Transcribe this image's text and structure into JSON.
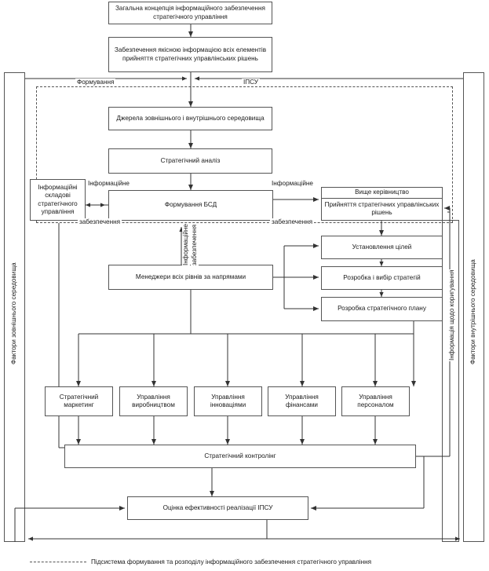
{
  "diagram": {
    "title_box": "Загальна концепція інформаційного забезпечення стратегічного управління",
    "second_box": "Забезпечення якісною інформацією всіх елементів прийняття стратегічних управлінських рішень",
    "sources_box": "Джерела зовнішнього і внутрішнього середовища",
    "analysis_box": "Стратегічний аналіз",
    "bsd_box": "Формування БСД",
    "info_components_box": "Інформаційні складові стратегічного управління",
    "top_mgmt": {
      "header": "Вище керівництво",
      "body": "Прийняття стратегічних управлінських рішень"
    },
    "managers_box": "Менеджери всіх рівнів за напрямами",
    "right_column": [
      "Установлення цілей",
      "Розробка і вибір стратегій",
      "Розробка стратегічного плану"
    ],
    "functions": [
      "Стратегічний маркетинг",
      "Управління виробництвом",
      "Управління інноваціями",
      "Управління фінансами",
      "Управління персоналом"
    ],
    "controlling_box": "Стратегічний контролінг",
    "evaluation_box": "Оцінка ефективності реалізації ІПСУ",
    "band_labels": {
      "left": "Формування",
      "right": "ІПСУ"
    },
    "flow_labels": {
      "info_left": "Інформаційне",
      "support_left": "забезпечення",
      "info_right": "Інформаційне",
      "support_right": "забезпечення",
      "info_vertical": "Інформаційне",
      "support_vertical": "забезпечення"
    },
    "side_labels": {
      "outer_left": "Фактори зовнішнього середовища",
      "outer_right": "Фактори внутрішнього середовища",
      "inner_right": "Інформація щодо коригування"
    },
    "legend_text": "Підсистема формування та розподілу інформаційного забезпечення стратегічного управління"
  }
}
